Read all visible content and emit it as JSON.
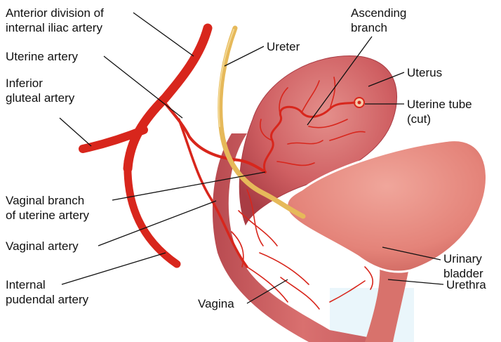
{
  "colors": {
    "artery": "#d8261c",
    "artery_dark": "#b11a12",
    "ureter": "#e6b95a",
    "ureter_dark": "#c89535",
    "tissue": "#cf5f62",
    "tissue_light": "#e48f8b",
    "tissue_dark": "#a93c44",
    "bladder": "#e48379",
    "bladder_light": "#f0a69b",
    "leader": "#111111",
    "text": "#111111"
  },
  "labels": {
    "anterior_division": [
      "Anterior division of",
      "internal iliac artery"
    ],
    "uterine_artery": [
      "Uterine artery"
    ],
    "inferior_gluteal": [
      "Inferior",
      "gluteal artery"
    ],
    "vaginal_branch": [
      "Vaginal branch",
      "of uterine artery"
    ],
    "vaginal_artery": [
      "Vaginal artery"
    ],
    "internal_pudendal": [
      "Internal",
      "pudendal artery"
    ],
    "ascending_branch": [
      "Ascending",
      "branch"
    ],
    "ureter": [
      "Ureter"
    ],
    "uterus": [
      "Uterus"
    ],
    "uterine_tube": [
      "Uterine tube",
      "(cut)"
    ],
    "urinary_bladder": [
      "Urinary",
      "bladder"
    ],
    "urethra": [
      "Urethra"
    ],
    "vagina": [
      "Vagina"
    ]
  }
}
